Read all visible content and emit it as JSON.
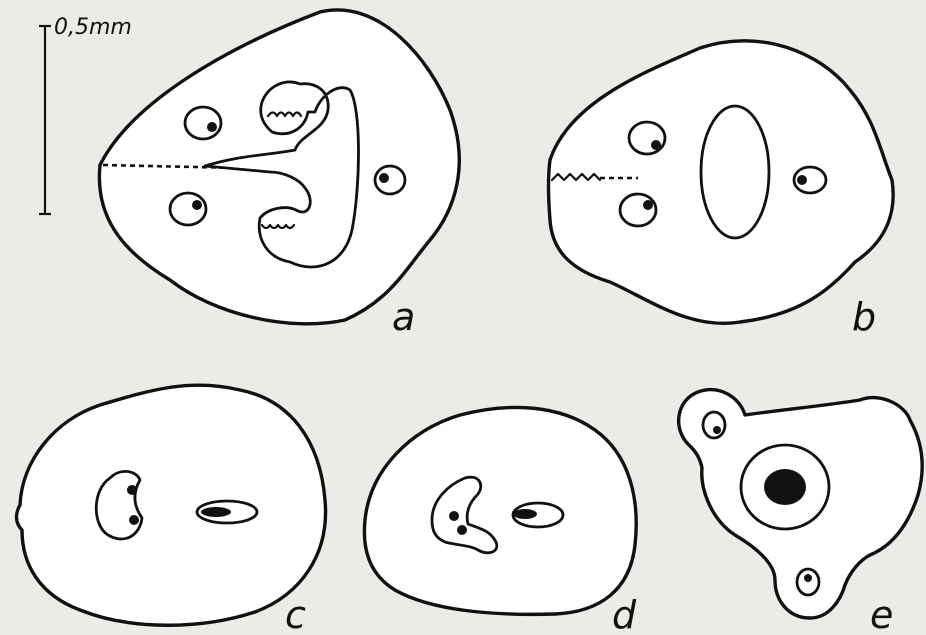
{
  "scale_bar": {
    "label": "0,5mm"
  },
  "panels": [
    {
      "id": "a",
      "label": "a"
    },
    {
      "id": "b",
      "label": "b"
    },
    {
      "id": "c",
      "label": "c"
    },
    {
      "id": "d",
      "label": "d"
    },
    {
      "id": "e",
      "label": "e"
    }
  ],
  "colors": {
    "ink": "#111111",
    "paper": "#ebebe7",
    "fill": "#ffffff"
  }
}
